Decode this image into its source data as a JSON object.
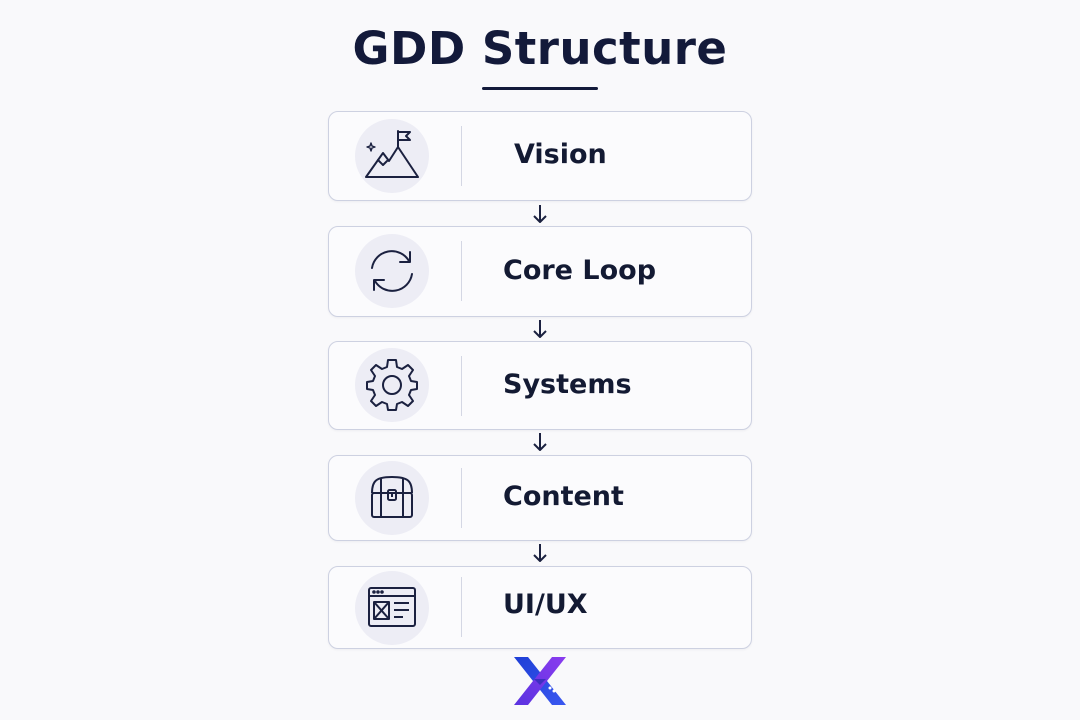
{
  "title": "GDD Structure",
  "accent_color": "#131a3a",
  "steps": [
    {
      "label": "Vision",
      "icon": "mountain-flag-icon"
    },
    {
      "label": "Core Loop",
      "icon": "refresh-cycle-icon"
    },
    {
      "label": "Systems",
      "icon": "gear-icon"
    },
    {
      "label": "Content",
      "icon": "treasure-chest-icon"
    },
    {
      "label": "UI/UX",
      "icon": "window-layout-icon"
    }
  ],
  "connector": "down-arrow",
  "logo": {
    "icon": "x-logo-icon",
    "colors": [
      "#1e3fd6",
      "#7a3be8"
    ]
  }
}
